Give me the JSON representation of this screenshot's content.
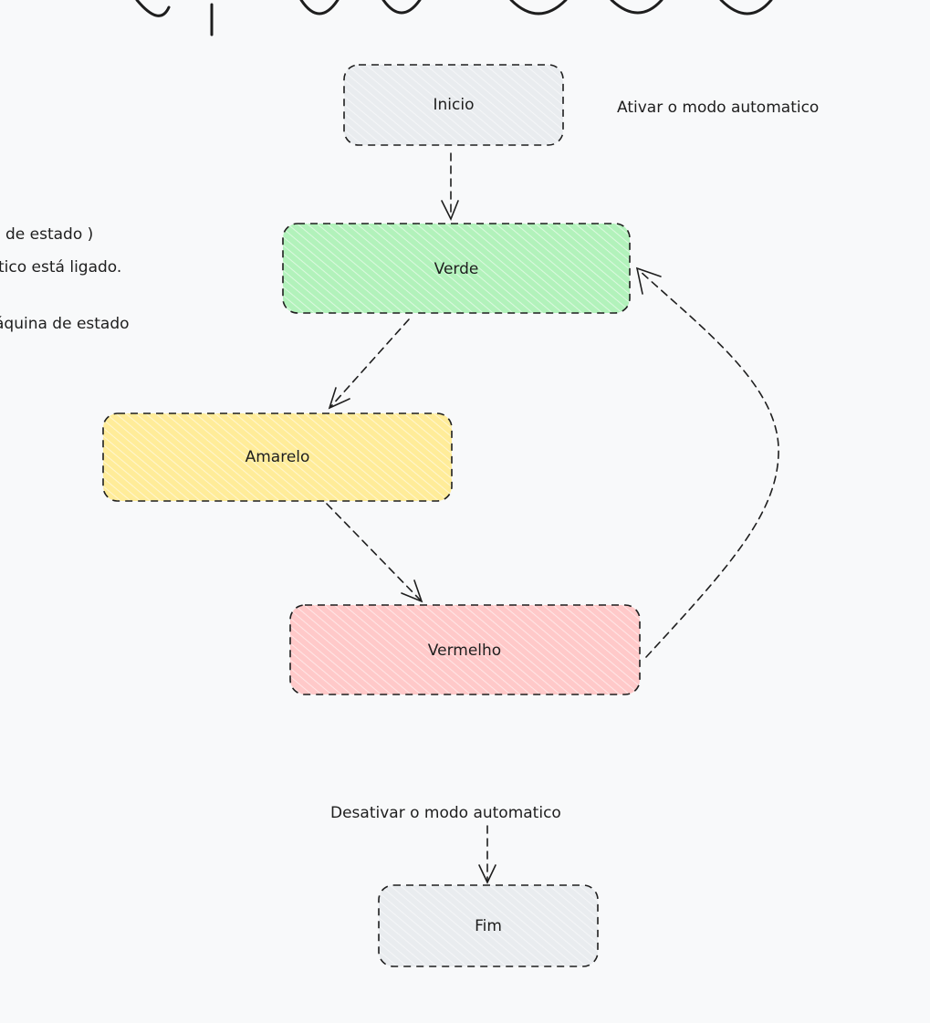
{
  "nodes": {
    "inicio": {
      "label": "Inicio",
      "fill": "#e9ecef"
    },
    "verde": {
      "label": "Verde",
      "fill": "#b2f2bb"
    },
    "amarelo": {
      "label": "Amarelo",
      "fill": "#ffec99"
    },
    "vermelho": {
      "label": "Vermelho",
      "fill": "#ffc9c9"
    },
    "fim": {
      "label": "Fim",
      "fill": "#e9ecef"
    }
  },
  "annotations": {
    "ativar": "Ativar o modo automatico",
    "desativar": "Desativar o modo automatico",
    "left_line1": "de estado )",
    "left_line2": "tico está ligado.",
    "left_line3": "áquina de estado"
  },
  "colors": {
    "stroke": "#1e1e1e",
    "background": "#f8f9fa"
  }
}
